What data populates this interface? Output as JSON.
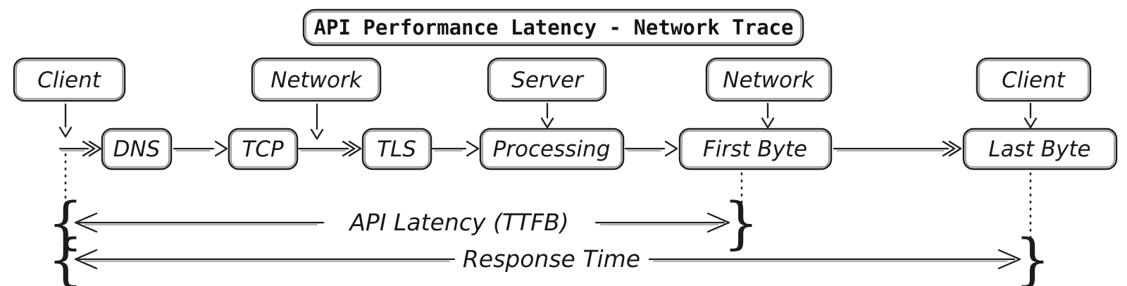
{
  "title": "API Performance Latency - Network Trace",
  "lanes": [
    {
      "label": "Client"
    },
    {
      "label": "Network"
    },
    {
      "label": "Server"
    },
    {
      "label": "Network"
    },
    {
      "label": "Client"
    }
  ],
  "stages": [
    {
      "label": "DNS"
    },
    {
      "label": "TCP"
    },
    {
      "label": "TLS"
    },
    {
      "label": "Processing"
    },
    {
      "label": "First Byte"
    },
    {
      "label": "Last Byte"
    }
  ],
  "measurements": [
    {
      "label": "API Latency (TTFB)"
    },
    {
      "label": "Response Time"
    }
  ],
  "glyphs": {
    "brace_open": "{",
    "brace_close": "}"
  },
  "colors": {
    "ink": "#1c1c1c",
    "background": "#ffffff"
  }
}
